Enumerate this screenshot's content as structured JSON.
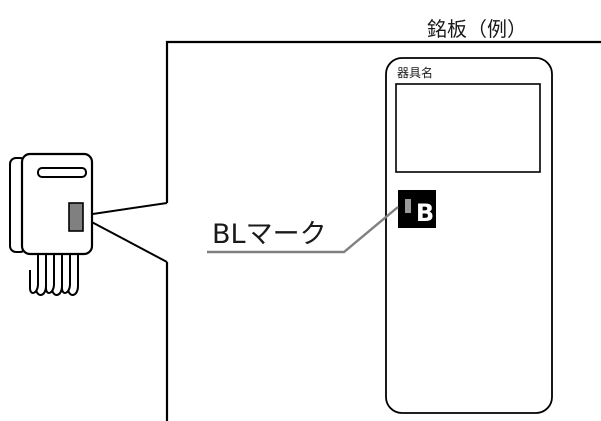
{
  "caption": "銘板（例）",
  "plate": {
    "label": "器具名"
  },
  "mark": {
    "callout": "BLマーク",
    "glyph": "B"
  },
  "colors": {
    "line": "#000000",
    "leader": "#808080",
    "device_fill": "#ffffff",
    "indicator": "#808080",
    "badge_bg": "#000000",
    "badge_fg": "#ffffff"
  }
}
